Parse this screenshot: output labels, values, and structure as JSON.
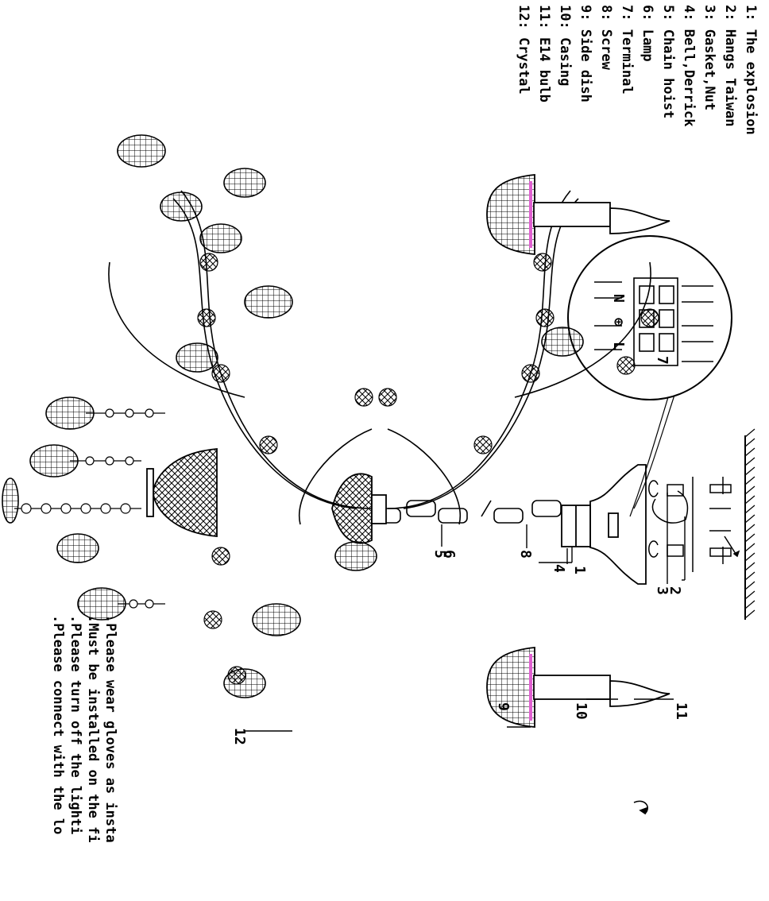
{
  "parts_list": [
    "1: The explosion",
    "2: Hangs Taiwan",
    "3: Gasket,Nut",
    "4: Bell,Derrick",
    "5: Chain hoist",
    "6: Lamp",
    "7: Terminal",
    "8: Screw",
    "9: Side dish",
    "10: Casing",
    "11: E14 bulb",
    "12: Crystal"
  ],
  "notes": [
    ".Please wear gloves as insta",
    ".Must be installed on the fi",
    ".Please turn off the lighti",
    ".Please connect with the lo"
  ],
  "terminal_labels": [
    "N",
    "⊕",
    "L"
  ],
  "callouts": [
    "1",
    "2",
    "3",
    "4",
    "5",
    "6",
    "7",
    "8",
    "9",
    "10",
    "11",
    "12"
  ],
  "colors": {
    "ink": "#000000",
    "accent": "#e060d0",
    "paper": "#ffffff"
  }
}
